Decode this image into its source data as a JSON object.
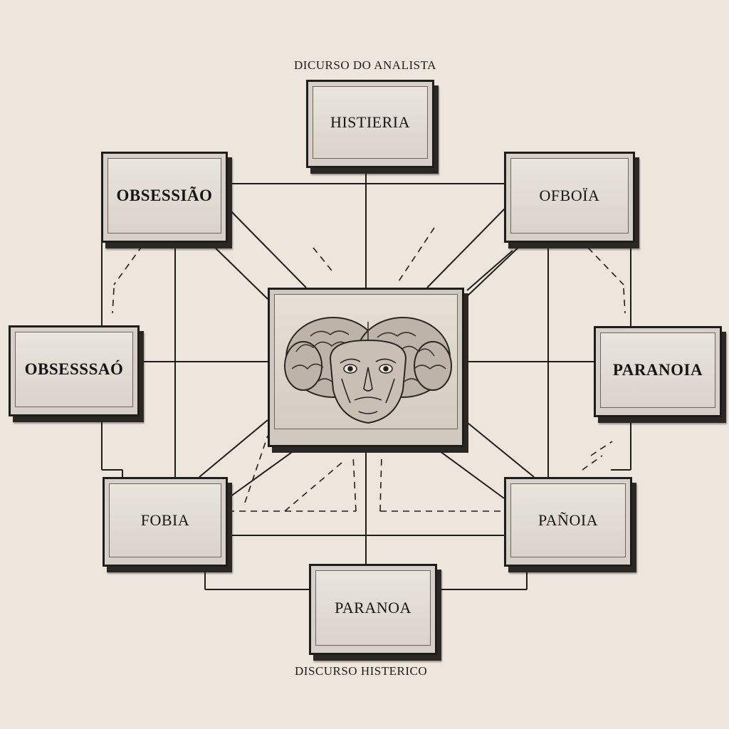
{
  "captions": {
    "top": "DICURSO DO ANALISTA",
    "bottom": "DISCURSO HISTERICO"
  },
  "nodes": {
    "histieria": "HISTIERIA",
    "obsessiao": "OBSESSIÃO",
    "ofboia": "OFBOÏA",
    "obsesssao": "OBSESSSAÓ",
    "paranoia_right": "PARANOIA",
    "fobia": "FOBIA",
    "panoia": "PAÑOIA",
    "paranoa": "PARANOA"
  },
  "colors": {
    "paper": "#ece6dc",
    "ink": "#1f1d1b",
    "box_face": "#e3ddd5"
  },
  "center_icon": "brain-face-icon"
}
